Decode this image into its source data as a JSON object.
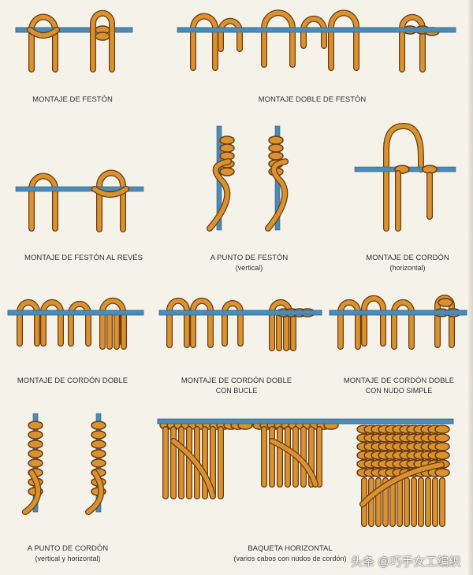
{
  "captions": {
    "c1": {
      "title": "MONTAJE DE FESTÓN"
    },
    "c2": {
      "title": "MONTAJE DOBLE DE FESTÓN"
    },
    "c3": {
      "title": "MONTAJE DE FESTÓN AL REVÉS"
    },
    "c4": {
      "title": "A PUNTO DE FESTÓN",
      "sub": "(vertical)"
    },
    "c5": {
      "title": "MONTAJE DE CORDÓN",
      "sub": "(horizontal)"
    },
    "c6": {
      "title": "MONTAJE DE CORDÓN DOBLE"
    },
    "c7": {
      "title": "MONTAJE DE CORDÓN DOBLE",
      "sub": "CON BUCLE"
    },
    "c8": {
      "title": "MONTAJE DE CORDÓN DOBLE",
      "sub": "CON NUDO SIMPLE"
    },
    "c9": {
      "title": "A PUNTO DE CORDÓN",
      "sub": "(vertical y horizontal)"
    },
    "c10": {
      "title": "BAQUETA HORIZONTAL",
      "sub": "(varios cabos con nudos de cordón)"
    }
  },
  "watermark": "头条 @巧手女工编织",
  "colors": {
    "bar": "#4a8cb8",
    "cord": "#d9922f",
    "outline": "#6a3a10",
    "background": "#f5f2ea"
  }
}
